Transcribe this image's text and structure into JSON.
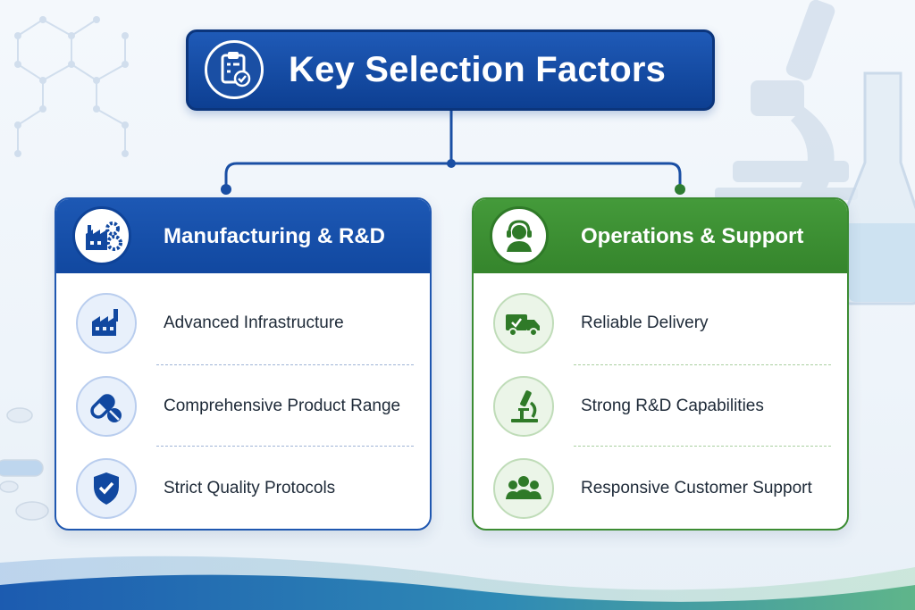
{
  "title": {
    "text": "Key Selection Factors",
    "icon": "clipboard-check-icon"
  },
  "colors": {
    "blue": "#1148a0",
    "green": "#35852c",
    "title_bg": "#0d3f92"
  },
  "columns": [
    {
      "heading": "Manufacturing & R&D",
      "icon": "factory-gears-icon",
      "color": "#1148a0",
      "items": [
        {
          "label": "Advanced Infrastructure",
          "icon": "factory-icon"
        },
        {
          "label": "Comprehensive Product Range",
          "icon": "pills-icon"
        },
        {
          "label": "Strict Quality Protocols",
          "icon": "shield-check-icon"
        }
      ]
    },
    {
      "heading": "Operations & Support",
      "icon": "headset-agent-icon",
      "color": "#35852c",
      "items": [
        {
          "label": "Reliable Delivery",
          "icon": "delivery-truck-icon"
        },
        {
          "label": "Strong R&D Capabilities",
          "icon": "microscope-icon"
        },
        {
          "label": "Responsive Customer Support",
          "icon": "team-group-icon"
        }
      ]
    }
  ]
}
